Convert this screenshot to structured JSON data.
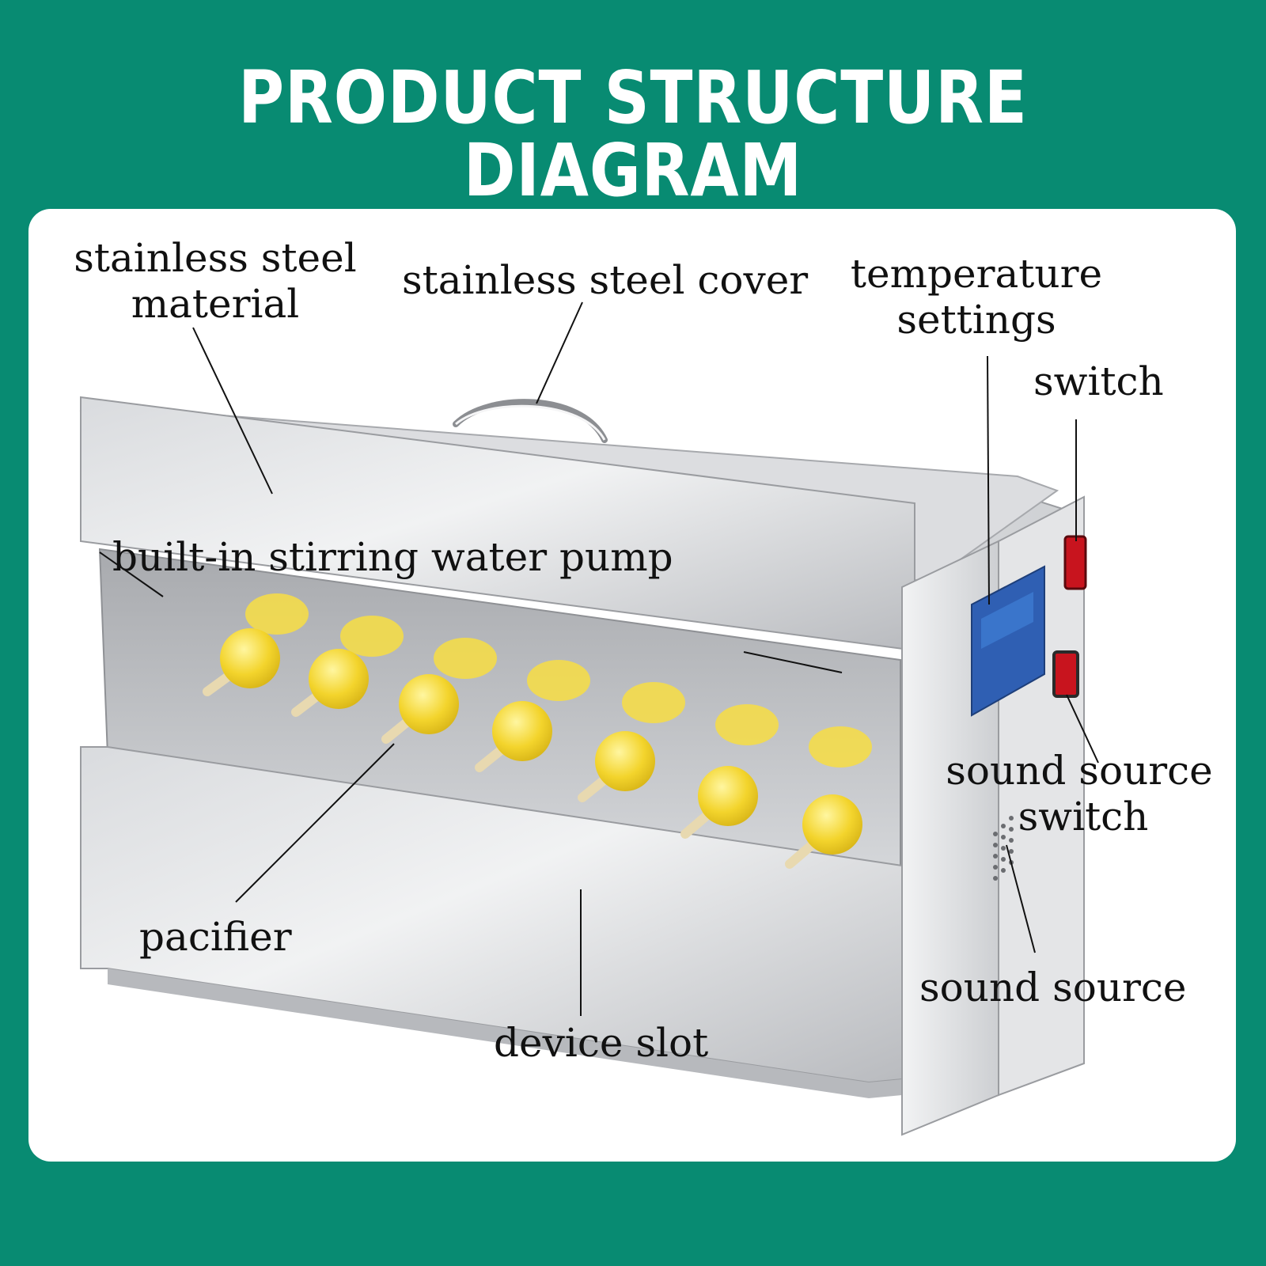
{
  "title": "PRODUCT STRUCTURE DIAGRAM",
  "colors": {
    "background": "#088b72",
    "panel": "#ffffff",
    "bottle_yellow": "#f3d42c",
    "steel": "#c9cbce",
    "switch_red": "#c8141e",
    "display_blue": "#2f5fb3"
  },
  "labels": {
    "stainless_steel_material_l1": "stainless steel",
    "stainless_steel_material_l2": "material",
    "stainless_steel_cover": "stainless steel cover",
    "temperature_settings_l1": "temperature",
    "temperature_settings_l2": "settings",
    "switch": "switch",
    "built_in_pump": "built-in stirring water pump",
    "sound_source_switch_l1": "sound source",
    "sound_source_switch_l2": "switch",
    "pacifier": "pacifier",
    "sound_source": "sound source",
    "device_slot": "device slot"
  }
}
